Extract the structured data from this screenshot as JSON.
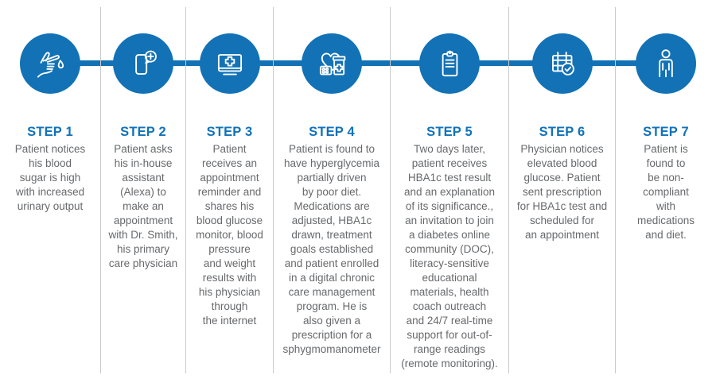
{
  "colors": {
    "circle_blue": "#1272b5",
    "title_blue": "#1072b8",
    "body_gray": "#67696c",
    "divider_gray": "#c9cacb"
  },
  "steps": [
    {
      "label": "STEP 1",
      "icon": "blood-test-finger-icon",
      "text": "Patient notices\nhis blood\nsugar is high\nwith increased\nurinary output"
    },
    {
      "label": "STEP 2",
      "icon": "phone-assistant-icon",
      "text": "Patient asks\nhis in-house\nassistant\n(Alexa) to\nmake an\nappointment\nwith Dr. Smith,\nhis primary\ncare physician"
    },
    {
      "label": "STEP 3",
      "icon": "telehealth-monitor-icon",
      "text": "Patient\nreceives an\nappointment\nreminder and\nshares his\nblood glucose\nmonitor, blood\npressure\nand weight\nresults with\nhis physician\nthrough\nthe internet"
    },
    {
      "label": "STEP 4",
      "icon": "heart-medications-icon",
      "text": "Patient is found to\nhave hyperglycemia\npartially driven\nby poor diet.\nMedications are\nadjusted, HBA1c\ndrawn, treatment\ngoals established\nand patient enrolled\nin a digital chronic\ncare management\nprogram. He is\nalso given a\nprescription for a\nsphygmomanometer"
    },
    {
      "label": "STEP 5",
      "icon": "clipboard-results-icon",
      "text": "Two days later,\npatient receives\nHBA1c test result\nand an explanation\nof its significance.,\nan invitation to join\na diabetes online\ncommunity (DOC),\nliteracy-sensitive\neducational\nmaterials, health\ncoach outreach\nand 24/7 real-time\nsupport for out-of-\nrange readings\n(remote monitoring)."
    },
    {
      "label": "STEP 6",
      "icon": "calendar-check-icon",
      "text": "Physician notices\nelevated blood\nglucose. Patient\nsent prescription\nfor HBA1c test and\nscheduled for\nan appointment"
    },
    {
      "label": "STEP 7",
      "icon": "person-icon",
      "text": "Patient is\nfound to\nbe non-\ncompliant\nwith\nmedications\nand diet."
    }
  ]
}
